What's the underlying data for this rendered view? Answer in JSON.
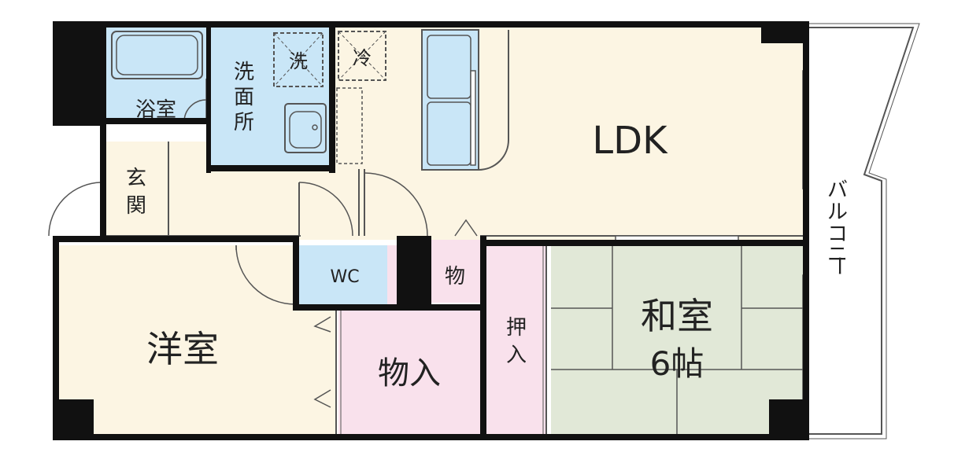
{
  "colors": {
    "ldk": "#FCF5E3",
    "bath": "#C9E6F7",
    "tatami": "#E1E8D7",
    "storage": "#F9E1EC",
    "wall": "#111111",
    "line": "#555555"
  },
  "rooms": {
    "ldk": "LDK",
    "western": "洋室",
    "japanese": "和室",
    "japanese_size": "6帖",
    "bath": "浴室",
    "washroom_1": "洗",
    "washroom_2": "面",
    "washroom_3": "所",
    "entrance_1": "玄",
    "entrance_2": "関",
    "wc": "WC",
    "closet_small": "物",
    "closet_large": "物入",
    "oshiire_1": "押",
    "oshiire_2": "入",
    "washer": "洗",
    "fridge": "冷"
  },
  "balcony": {
    "label_1": "バ",
    "label_2": "ル",
    "label_3": "コ",
    "label_4": "ニ",
    "label_5": "ー"
  }
}
